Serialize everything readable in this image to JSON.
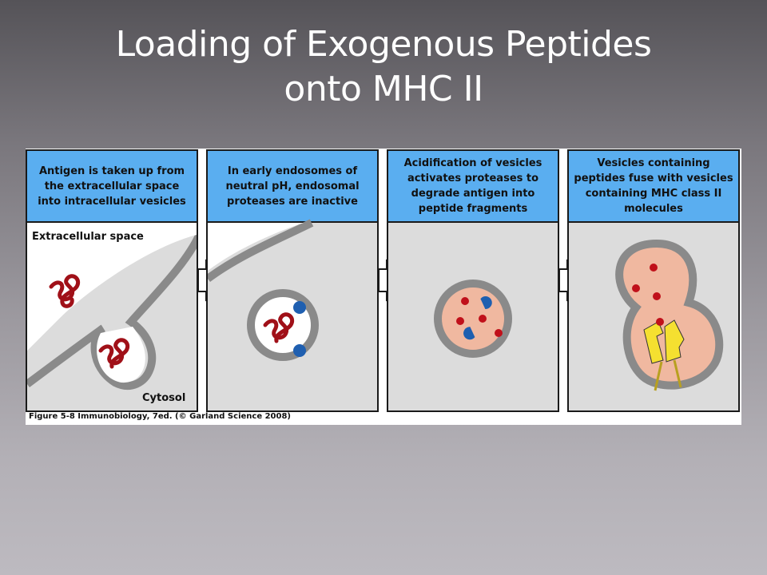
{
  "slide": {
    "title_line1": "Loading of Exogenous Peptides",
    "title_line2": "onto MHC II"
  },
  "figure": {
    "panels": [
      {
        "caption": "Antigen is taken up from the extracellular space into intracellular vesicles"
      },
      {
        "caption": "In early endosomes of neutral pH, endosomal proteases are inactive"
      },
      {
        "caption": "Acidification of vesicles activates proteases to degrade antigen into peptide fragments"
      },
      {
        "caption": "Vesicles containing peptides fuse with vesicles containing MHC class II molecules"
      }
    ],
    "labels": {
      "extracellular": "Extracellular space",
      "cytosol": "Cytosol"
    },
    "caption": "Figure 5-8  Immunobiology, 7ed. (© Garland Science 2008)"
  },
  "colors": {
    "caption_blue": "#5aaef0",
    "membrane_gray": "#8a8a8a",
    "antigen_red": "#a01018",
    "protease_blue": "#1f5fb0",
    "vesicle_pink": "#f0b8a0",
    "mhc_yellow": "#f5e030"
  }
}
